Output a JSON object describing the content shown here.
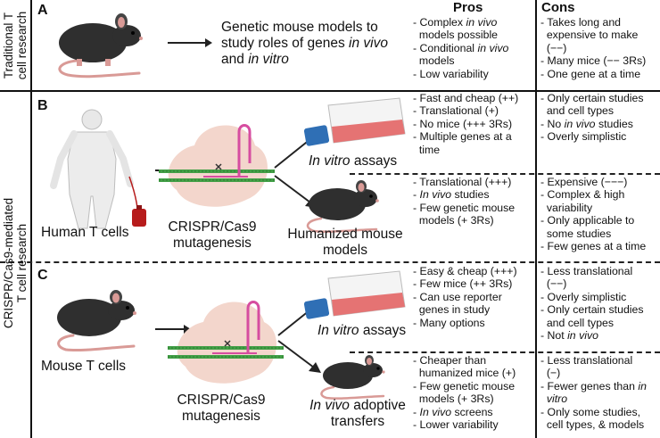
{
  "side_labels": {
    "traditional": [
      "Traditional T",
      "cell research"
    ],
    "crispr": [
      "CRISPR/Cas9-mediated",
      "T cell research"
    ]
  },
  "panels": {
    "a": {
      "letter": "A",
      "description": [
        "Genetic mouse models to",
        "study roles of genes",
        "in vivo",
        "and",
        "in vitro"
      ],
      "pros": [
        "- Complex",
        "in vivo",
        "models possible",
        "- Conditional",
        "in vivo",
        "models",
        "- Low variability"
      ],
      "cons": [
        "- Takes long and",
        "expensive to make",
        "(−−)",
        "- Many mice (−− 3Rs)",
        "- One gene at a time"
      ]
    },
    "b": {
      "letter": "B",
      "source_label": "Human T cells",
      "tool_label": [
        "CRISPR/Cas9",
        "mutagenesis"
      ],
      "outcome_top_label": [
        "In vitro",
        "assays"
      ],
      "outcome_bottom_label": [
        "Humanized mouse",
        "models"
      ],
      "pros_top": [
        "- Fast and cheap (++)",
        "- Translational (+)",
        "- No mice (+++ 3Rs)",
        "- Multiple genes at a",
        "time"
      ],
      "cons_top": [
        "- Only certain studies",
        "and cell types",
        "- No",
        "in vivo",
        "studies",
        "- Overly simplistic"
      ],
      "pros_bottom": [
        "- Translational (+++)",
        "-",
        "In vivo",
        "studies",
        "- Few genetic mouse",
        "models (+ 3Rs)"
      ],
      "cons_bottom": [
        "- Expensive (−−−)",
        "- Complex & high",
        "variability",
        "- Only applicable to",
        "some studies",
        "- Few genes at a time"
      ]
    },
    "c": {
      "letter": "C",
      "source_label": "Mouse T cells",
      "tool_label": [
        "CRISPR/Cas9",
        "mutagenesis"
      ],
      "outcome_top_label": [
        "In vitro",
        "assays"
      ],
      "outcome_bottom_label": [
        "In vivo",
        "adoptive",
        "transfers"
      ],
      "pros_top": [
        "- Easy & cheap (+++)",
        "- Few mice (++ 3Rs)",
        "- Can use reporter",
        "genes in study",
        "- Many options"
      ],
      "cons_top": [
        "- Less translational",
        "(−−)",
        "- Overly simplistic",
        "- Only certain studies",
        "and cell types",
        "- Not",
        "in vivo"
      ],
      "pros_bottom": [
        "- Cheaper than",
        "humanized mice (+)",
        "- Few genetic mouse",
        "models (+ 3Rs)",
        "-",
        "In vivo",
        "screens",
        "- Lower variability"
      ],
      "cons_bottom": [
        "- Less translational",
        "(−)",
        "- Fewer genes than",
        "in",
        "vitro",
        "- Only some studies,",
        "cell types, & models"
      ]
    }
  },
  "headers": {
    "pros": "Pros",
    "cons": "Cons"
  },
  "colors": {
    "mouse": "#2f2f2f",
    "tail": "#d99a96",
    "flask_liquid": "#e57373",
    "flask_cap": "#2f6fb5",
    "blob": "#f3d6cc",
    "dna_green": "#43a047",
    "rna_pink": "#d64da0",
    "blood": "#b71c1c"
  }
}
